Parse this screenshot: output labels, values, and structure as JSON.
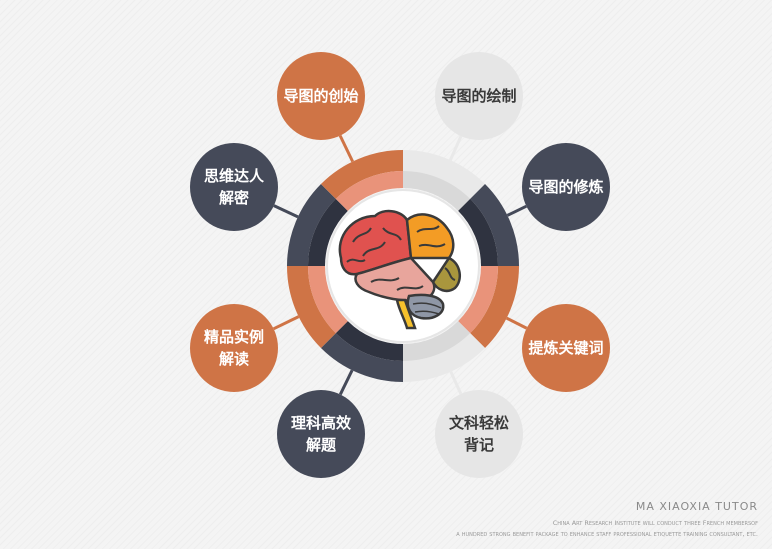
{
  "nodes": [
    {
      "id": "origin",
      "line1": "导图的创始",
      "line2": "",
      "color": "orange"
    },
    {
      "id": "drawing",
      "line1": "导图的绘制",
      "line2": "",
      "color": "light"
    },
    {
      "id": "refine",
      "line1": "导图的修炼",
      "line2": "",
      "color": "dark"
    },
    {
      "id": "keywords",
      "line1": "提炼关键词",
      "line2": "",
      "color": "orange"
    },
    {
      "id": "liberal-arts",
      "line1": "文科轻松",
      "line2": "背记",
      "color": "light"
    },
    {
      "id": "science",
      "line1": "理科高效",
      "line2": "解题",
      "color": "dark"
    },
    {
      "id": "examples",
      "line1": "精品实例",
      "line2": "解读",
      "color": "orange"
    },
    {
      "id": "master",
      "line1": "思维达人",
      "line2": "解密",
      "color": "dark"
    }
  ],
  "ring_colors": {
    "orange": "#cf7446",
    "orange_light": "#e9937a",
    "dark": "#454a59",
    "dark_inner": "#2f3340",
    "light": "#e9e9e9",
    "light_inner": "#d9d9d9"
  },
  "brain_icon": "brain-icon",
  "footer": {
    "title": "MA XIAOXIA TUTOR",
    "line1": "China Art Research Institute will conduct three French membersof",
    "line2": "a hundred strong benefit package to enhance staff professional etiquette training consultant, etc."
  }
}
